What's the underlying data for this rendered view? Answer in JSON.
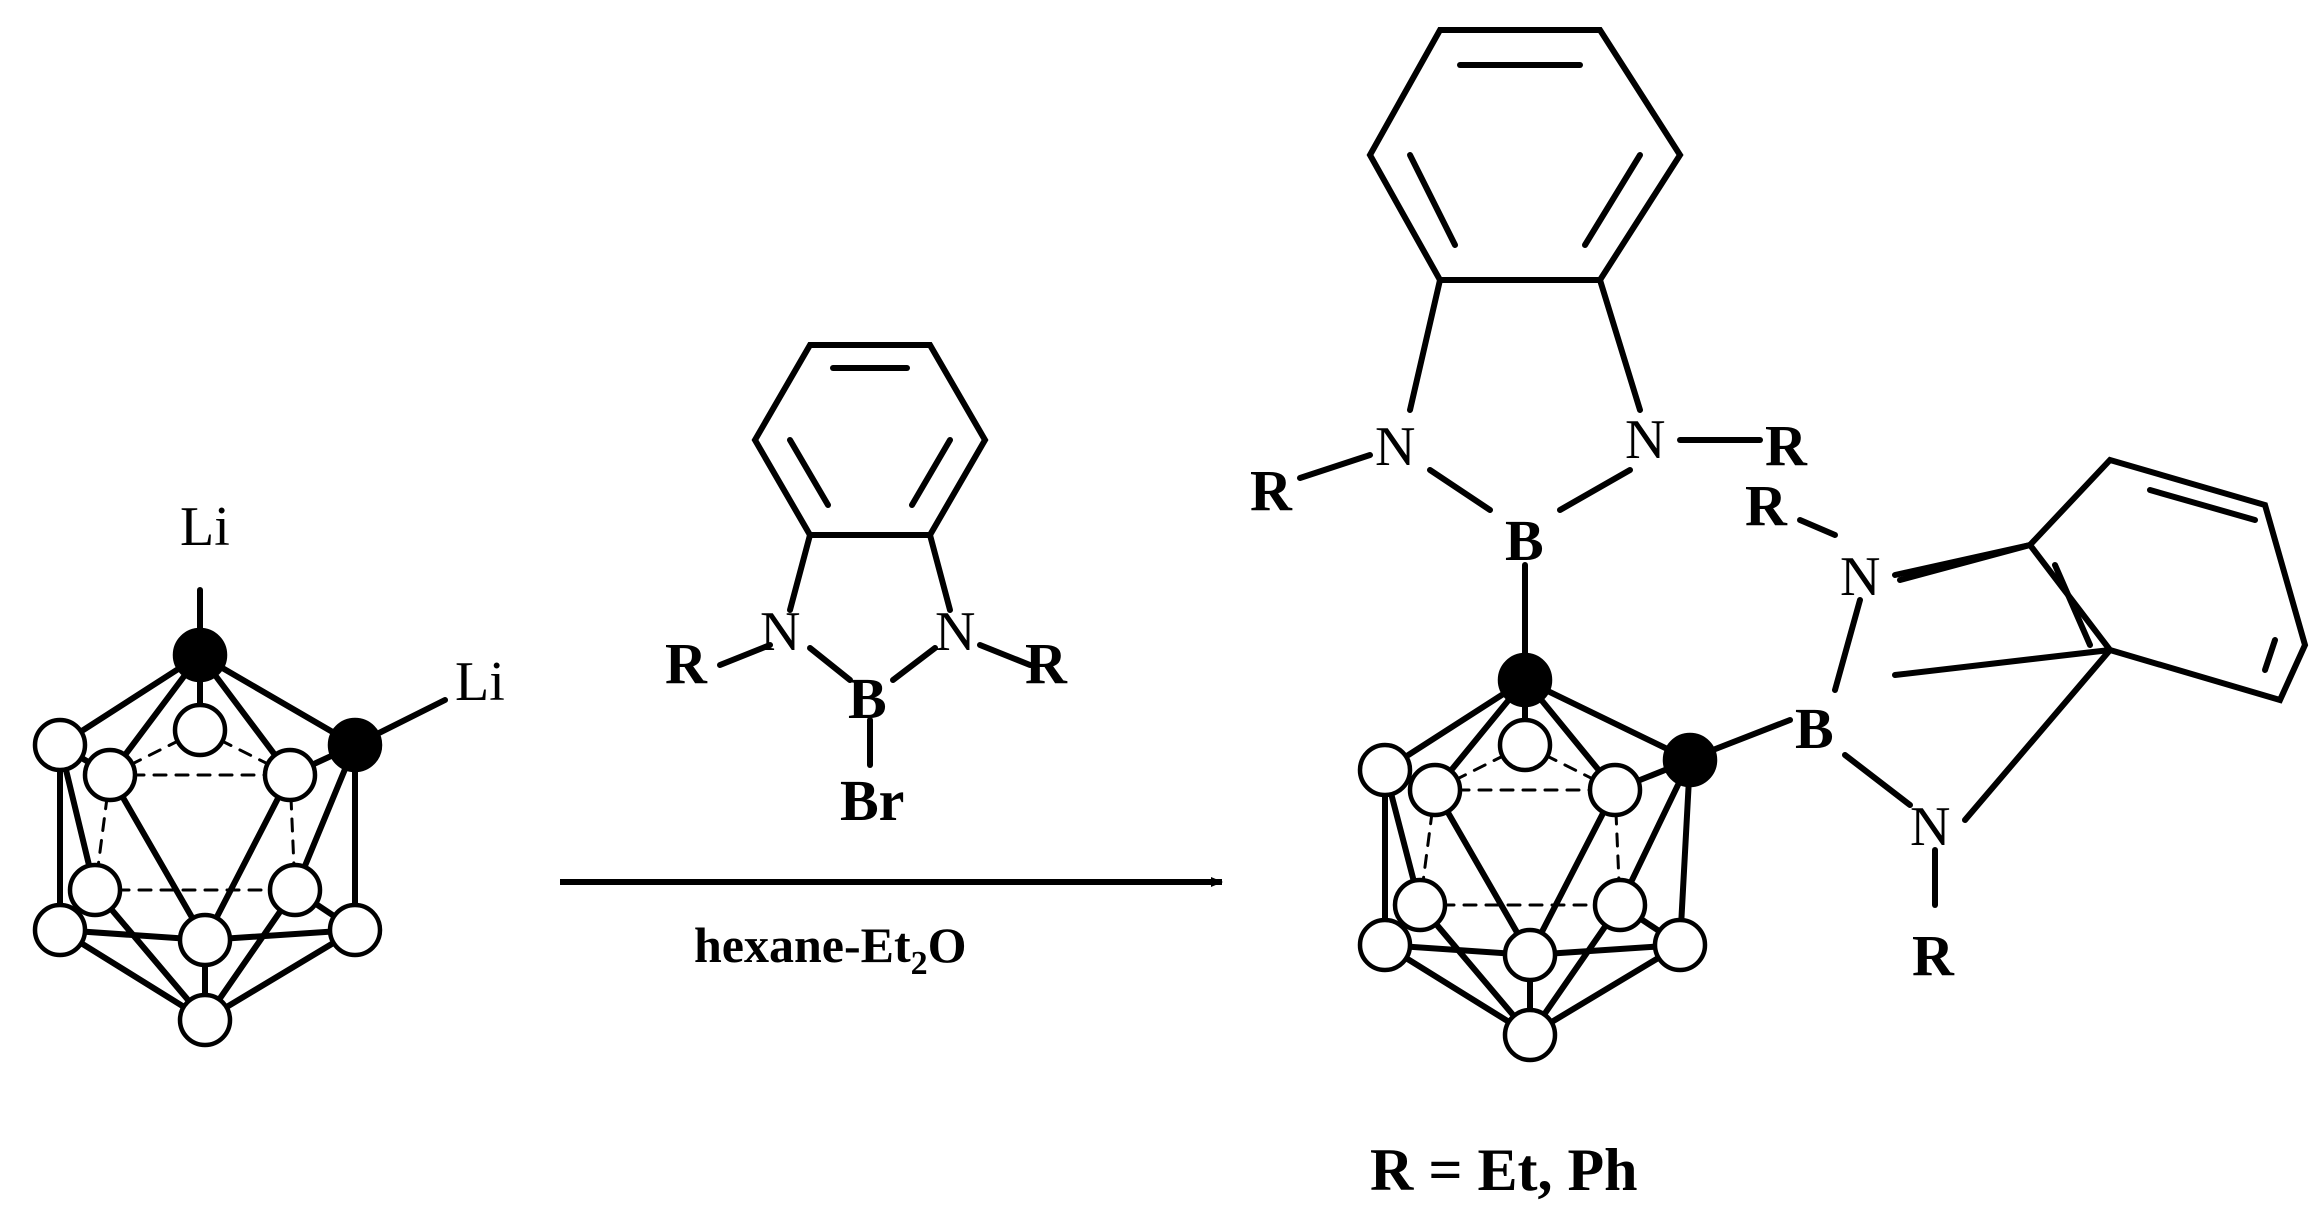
{
  "reactant": {
    "li_top": "Li",
    "li_right": "Li"
  },
  "reagent": {
    "n_left": "N",
    "n_right": "N",
    "boron": "B",
    "bromine": "Br",
    "r_left": "R",
    "r_right": "R"
  },
  "conditions": {
    "solvent_main": "hexane-Et",
    "solvent_sub": "2",
    "solvent_tail": "O"
  },
  "product": {
    "upper_n_left": "N",
    "upper_n_right": "N",
    "upper_boron": "B",
    "upper_r_left": "R",
    "upper_r_right": "R",
    "lower_n_top": "N",
    "lower_n_bottom": "N",
    "lower_boron": "B",
    "lower_r_top": "R",
    "lower_r_bottom": "R"
  },
  "footnote": {
    "r_definition": "R = Et, Ph"
  },
  "colors": {
    "ink": "#000000",
    "background": "#ffffff"
  }
}
